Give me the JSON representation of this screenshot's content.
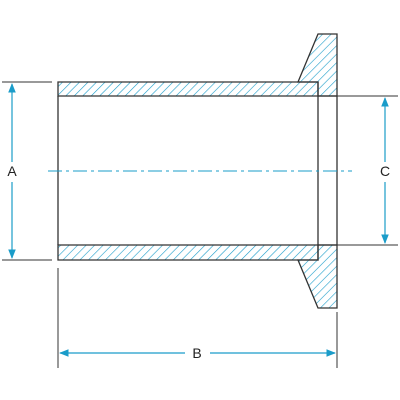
{
  "drawing": {
    "part": "flange-stub-cross-section",
    "dimensions": [
      {
        "id": "A",
        "label": "A"
      },
      {
        "id": "B",
        "label": "B"
      },
      {
        "id": "C",
        "label": "C"
      }
    ]
  },
  "colors": {
    "outline": "#333333",
    "hatch": "#1a9cc9",
    "dimension": "#1a9cc9",
    "centerline": "#1a9cc9",
    "background": "#ffffff"
  }
}
